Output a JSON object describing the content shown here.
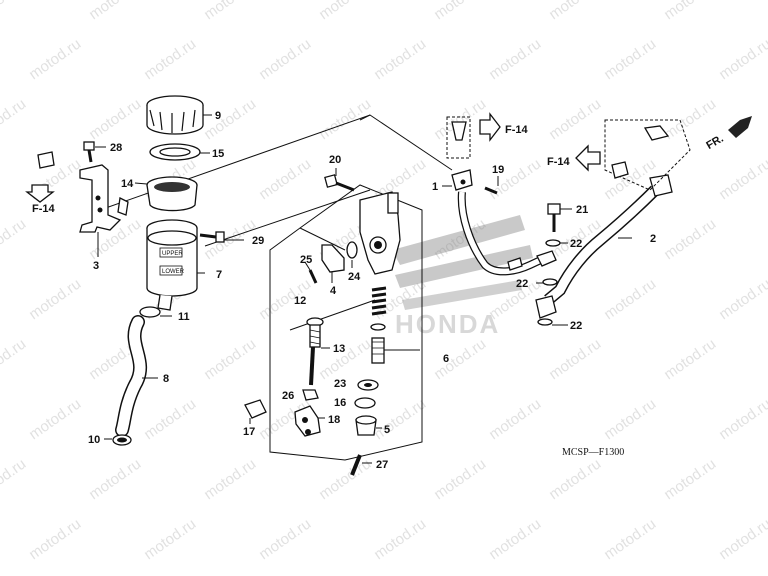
{
  "diagram": {
    "code": "MCSP—F1300",
    "watermark": "motod.ru",
    "brand_watermark": "HONDA",
    "direction_label": "FR.",
    "ref_label": "F-14",
    "callouts": [
      "1",
      "2",
      "3",
      "4",
      "5",
      "6",
      "7",
      "8",
      "9",
      "10",
      "11",
      "12",
      "13",
      "14",
      "15",
      "16",
      "17",
      "18",
      "19",
      "20",
      "21",
      "22",
      "22",
      "22",
      "22",
      "23",
      "24",
      "25",
      "26",
      "27",
      "28",
      "29"
    ],
    "reservoir_labels": {
      "upper": "UPPER",
      "lower": "LOWER"
    }
  }
}
